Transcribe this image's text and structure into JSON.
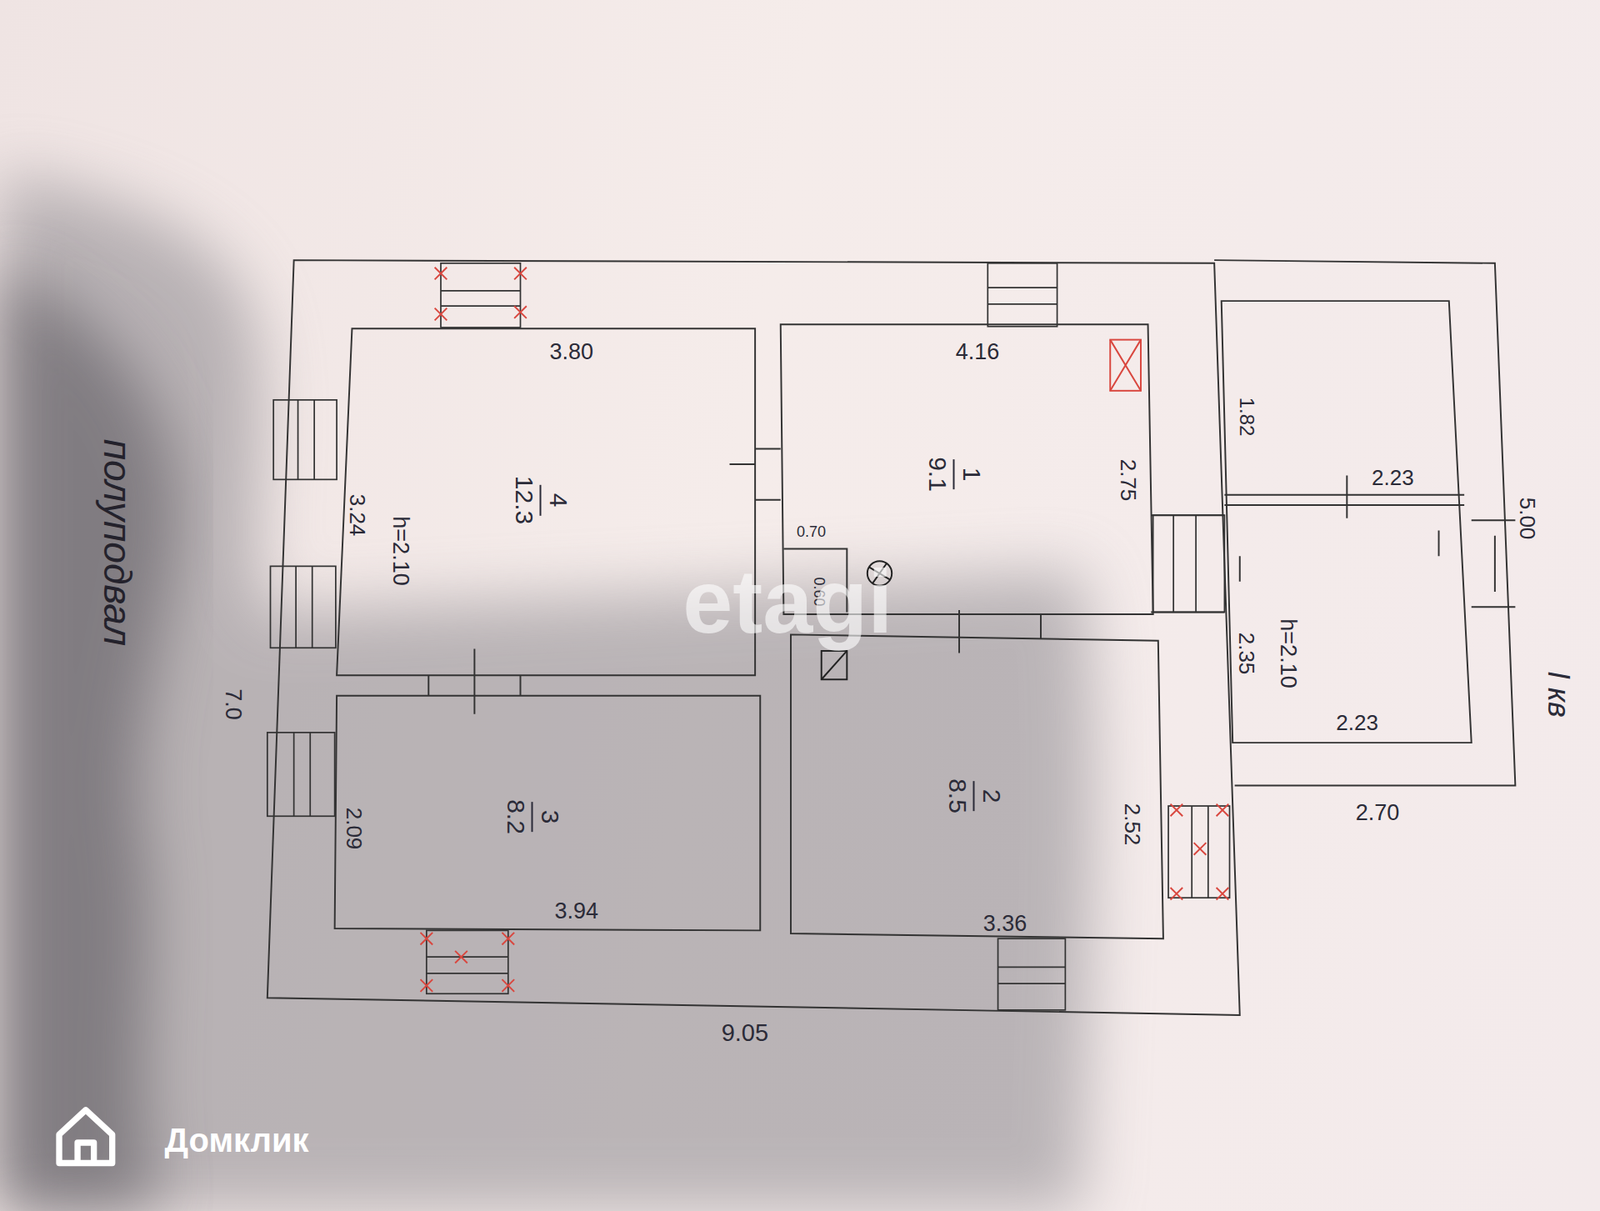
{
  "diagram": {
    "nodes": [
      {
        "text": [
          "4",
          "12.3"
        ]
      },
      {
        "text": [
          "1",
          "9.1"
        ]
      },
      {
        "text": [
          "3",
          "8.2"
        ]
      },
      {
        "text": [
          "2",
          "8.5"
        ]
      }
    ],
    "labels": [
      "3.80",
      "4.16",
      "3.24",
      "h=2.10",
      "0.70",
      "0.60",
      "2.75",
      "7.0",
      "2.09",
      "3.94",
      "3.36",
      "2.52",
      "9.05",
      "1.82",
      "2.23",
      "5.00",
      "2.35",
      "h=2.10",
      "2.23",
      "2.70",
      "I кв",
      "полуподвал",
      "etagi",
      "Домклик"
    ]
  }
}
